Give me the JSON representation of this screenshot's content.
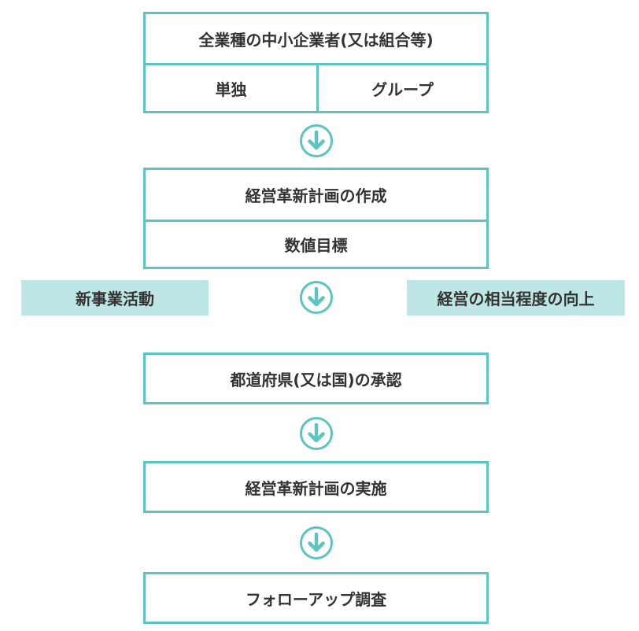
{
  "steps": {
    "eligible": {
      "title": "全業種の中小企業者(又は組合等)",
      "option_single": "単独",
      "option_group": "グループ"
    },
    "plan": {
      "title": "経営革新計画の作成",
      "sub": "数値目標"
    },
    "approval": {
      "title": "都道府県(又は国)の承認"
    },
    "implementation": {
      "title": "経営革新計画の実施"
    },
    "followup": {
      "title": "フォローアップ調査"
    }
  },
  "side_labels": {
    "left": "新事業活動",
    "right": "経営の相当程度の向上"
  },
  "colors": {
    "accent": "#5cc5bf",
    "label_bg": "#bde6e4",
    "text": "#333333"
  },
  "icons": {
    "arrow": "arrow-down-circle-icon"
  }
}
